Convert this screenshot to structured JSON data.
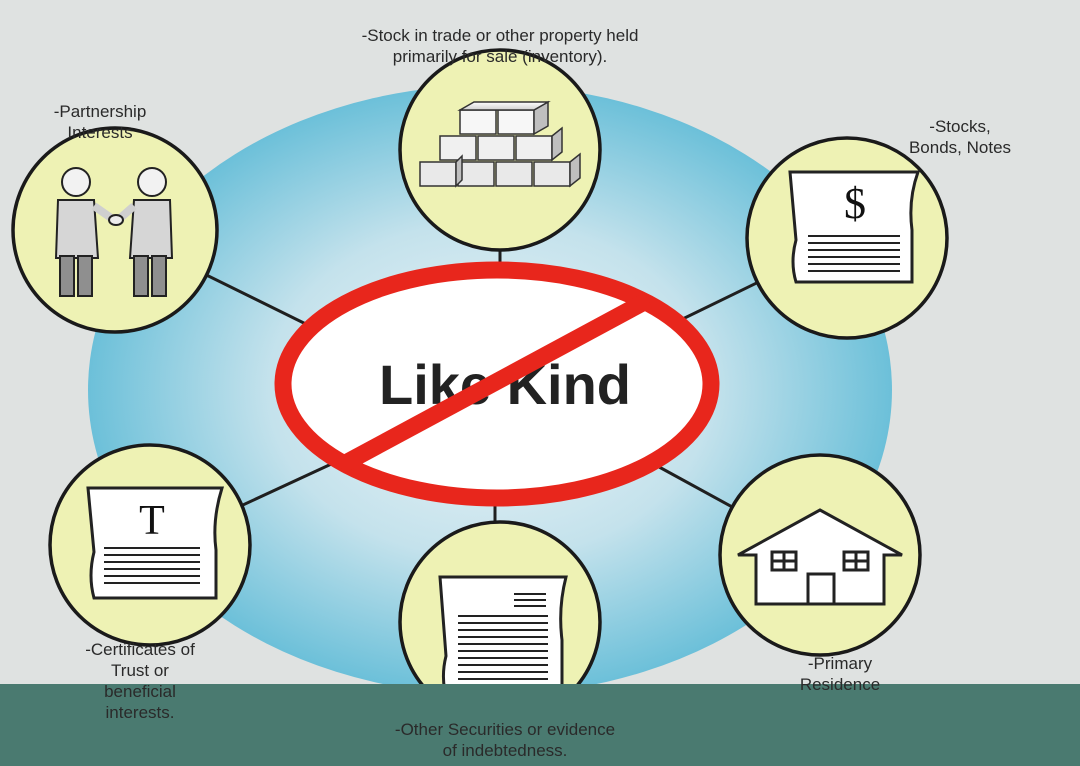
{
  "center": {
    "label": "Like Kind"
  },
  "items": [
    {
      "id": "inventory",
      "lines": [
        "-Stock in trade or other property held",
        "primarily for sale (inventory)."
      ],
      "icon": "stacked-boxes-icon"
    },
    {
      "id": "stocks",
      "lines": [
        "-Stocks,",
        "Bonds, Notes"
      ],
      "icon": "dollar-document-icon"
    },
    {
      "id": "residence",
      "lines": [
        "-Primary",
        "Residence"
      ],
      "icon": "house-icon"
    },
    {
      "id": "securities",
      "lines": [
        "-Other Securities or evidence",
        "of indebtedness."
      ],
      "icon": "document-icon"
    },
    {
      "id": "trust",
      "lines": [
        "-Certificates of",
        "Trust or",
        "beneficial",
        "interests."
      ],
      "icon": "trust-document-icon"
    },
    {
      "id": "partnership",
      "lines": [
        "-Partnership",
        "Interests"
      ],
      "icon": "handshake-icon"
    }
  ],
  "colors": {
    "node_fill": "#eef2b4",
    "prohibition": "#e8261c",
    "footer_band": "#4a7a70",
    "ellipse_center": "#e4eff3",
    "ellipse_edge": "#6cc0d9"
  }
}
